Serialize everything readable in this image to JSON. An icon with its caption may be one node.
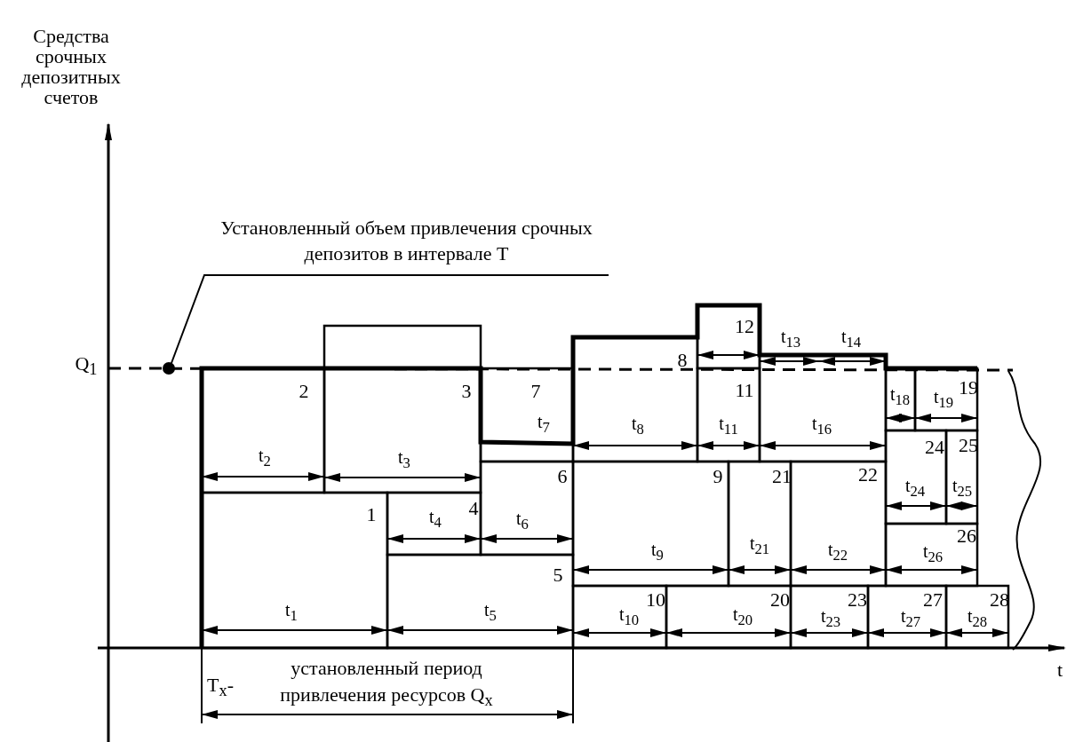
{
  "diagram": {
    "nodes": [
      {
        "text": [
          "Установленный объем привлечения срочных депозитов в интервале T"
        ]
      },
      {
        "text": [],
        "shape": "circle"
      }
    ],
    "edges": [
      {
        "from": 0,
        "to": 1,
        "arrow": "none"
      }
    ],
    "labels": [
      "Средства срочных депозитных счетов",
      "12",
      "t$_{13}$",
      "t$_{14}$",
      "8",
      "Q$_{1}$",
      "2",
      "3",
      "7",
      "11",
      "t$_{18}$",
      "t$_{19}$",
      "19",
      "t$_{7}$",
      "t$_{8}$",
      "t$_{11}$",
      "t$_{16}$",
      "24",
      "25",
      "t$_{2}$",
      "t$_{3}$",
      "6",
      "9",
      "21",
      "22",
      "t$_{24}$",
      "t$_{25}$",
      "1",
      "4",
      "t$_{4}$",
      "t$_{6}$",
      "26",
      "t$_{9}$",
      "t$_{21}$",
      "t$_{22}$",
      "t$_{26}$",
      "5",
      "10",
      "20",
      "23",
      "27",
      "28",
      "t$_{1}$",
      "t$_{5}$",
      "t$_{10}$",
      "t$_{20}$",
      "t$_{23}$",
      "t$_{27}$",
      "t$_{28}$",
      "t",
      "T$_{x}$-",
      "установленный период привлечения ресурсов Q$_{x}$"
    ]
  }
}
